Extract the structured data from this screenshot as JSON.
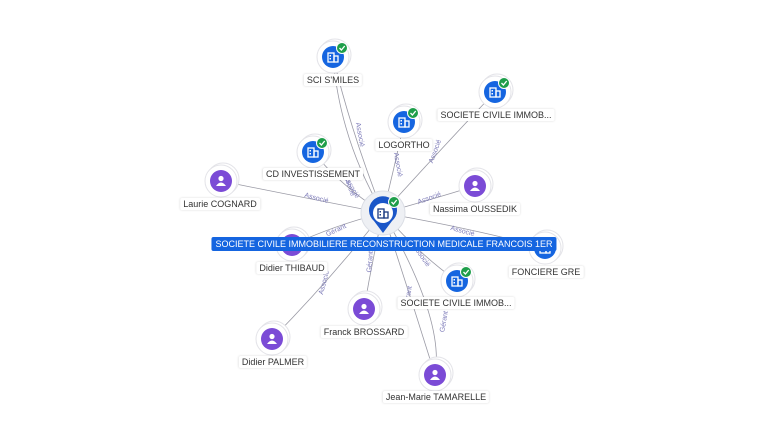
{
  "colors": {
    "company": "#1565e0",
    "person": "#7b4bd6",
    "verified": "#1e9e4a",
    "edge": "#9a9aa5",
    "edge_label": "#7c7ab8"
  },
  "center": {
    "label": "SOCIETE CIVILE IMMOBILIERE RECONSTRUCTION MEDICALE FRANCOIS 1ER",
    "icon": "building-icon"
  },
  "nodes": [
    {
      "id": "sci-smiles",
      "label": "SCI S'MILES",
      "kind": "company",
      "verified": true
    },
    {
      "id": "sci-immob-1",
      "label": "SOCIETE CIVILE IMMOB...",
      "kind": "company",
      "verified": true
    },
    {
      "id": "logortho",
      "label": "LOGORTHO",
      "kind": "company",
      "verified": true
    },
    {
      "id": "cd-invest",
      "label": "CD INVESTISSEMENT",
      "kind": "company",
      "verified": true
    },
    {
      "id": "laurie",
      "label": "Laurie COGNARD",
      "kind": "person",
      "verified": false
    },
    {
      "id": "nassima",
      "label": "Nassima OUSSEDIK",
      "kind": "person",
      "verified": false
    },
    {
      "id": "didier-t",
      "label": "Didier THIBAUD",
      "kind": "person",
      "verified": false
    },
    {
      "id": "fonciere",
      "label": "FONCIERE GRE",
      "kind": "company",
      "verified": false
    },
    {
      "id": "sci-immob-2",
      "label": "SOCIETE CIVILE IMMOB...",
      "kind": "company",
      "verified": true
    },
    {
      "id": "franck",
      "label": "Franck BROSSARD",
      "kind": "person",
      "verified": false
    },
    {
      "id": "didier-p",
      "label": "Didier PALMER",
      "kind": "person",
      "verified": false
    },
    {
      "id": "jean-marie",
      "label": "Jean-Marie TAMARELLE",
      "kind": "person",
      "verified": false
    }
  ],
  "edge_labels": {
    "associe": "Associé",
    "gerant": "Gérant"
  }
}
